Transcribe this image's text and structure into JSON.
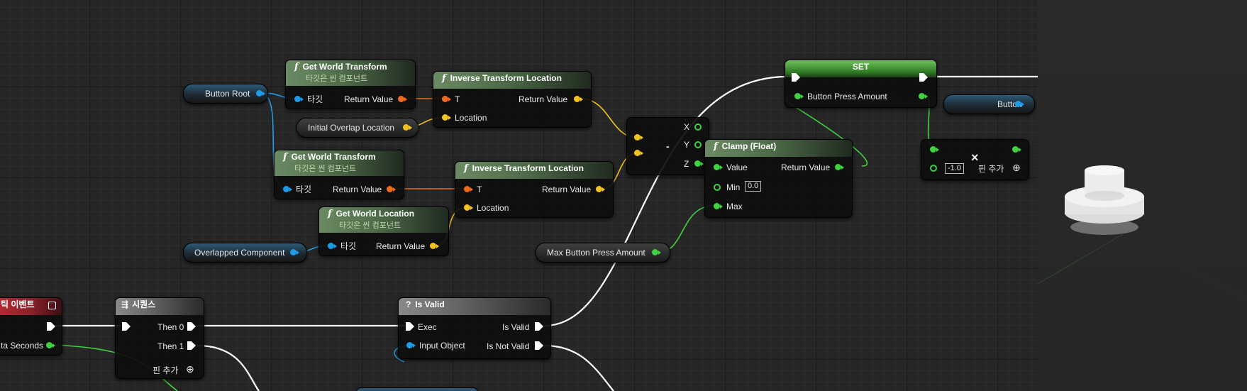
{
  "graph": {
    "nodes": {
      "button_root": "Button Root",
      "initial_overlap": "Initial Overlap Location",
      "overlapped_component": "Overlapped Component",
      "max_press": "Max Button Press Amount",
      "button_var": "Button",
      "gwt1": {
        "title": "Get World Transform",
        "subtitle": "타깃은 씬 컴포넌트",
        "in": "타깃",
        "out": "Return Value"
      },
      "gwt2": {
        "title": "Get World Transform",
        "subtitle": "타깃은 씬 컴포넌트",
        "in": "타깃",
        "out": "Return Value"
      },
      "gwl": {
        "title": "Get World Location",
        "subtitle": "타깃은 씬 컴포넌트",
        "in": "타깃",
        "out": "Return Value"
      },
      "itl1": {
        "title": "Inverse Transform Location",
        "in_t": "T",
        "in_loc": "Location",
        "out": "Return Value"
      },
      "itl2": {
        "title": "Inverse Transform Location",
        "in_t": "T",
        "in_loc": "Location",
        "out": "Return Value"
      },
      "subtract": {
        "symbol": "-",
        "x": "X",
        "y": "Y",
        "z": "Z"
      },
      "clamp": {
        "title": "Clamp (Float)",
        "value": "Value",
        "min": "Min",
        "min_value": "0.0",
        "max": "Max",
        "out": "Return Value"
      },
      "set": {
        "title": "SET",
        "pin": "Button Press Amount"
      },
      "multiply": {
        "symbol": "×",
        "literal": "-1.0",
        "add_pin": "핀 추가"
      },
      "tick": {
        "title": "틱 이벤트",
        "delta": "ta Seconds"
      },
      "sequence": {
        "title": "시퀀스",
        "then0": "Then 0",
        "then1": "Then 1",
        "add_pin": "핀 추가"
      },
      "is_valid": {
        "title": "Is Valid",
        "exec": "Exec",
        "input": "Input Object",
        "valid": "Is Valid",
        "not_valid": "Is Not Valid"
      }
    }
  },
  "colors": {
    "object_pin": "#1e9be8",
    "transform_pin": "#ef6a1a",
    "vector_pin": "#f2c320",
    "float_pin": "#3fd13f",
    "exec_wire": "#ffffff"
  },
  "icons": {
    "function": "function-icon",
    "sequence": "sequence-icon",
    "is_valid": "question-icon",
    "add_pin": "plus-circle-icon",
    "tick_event": "event-icon",
    "remove": "close-icon"
  }
}
